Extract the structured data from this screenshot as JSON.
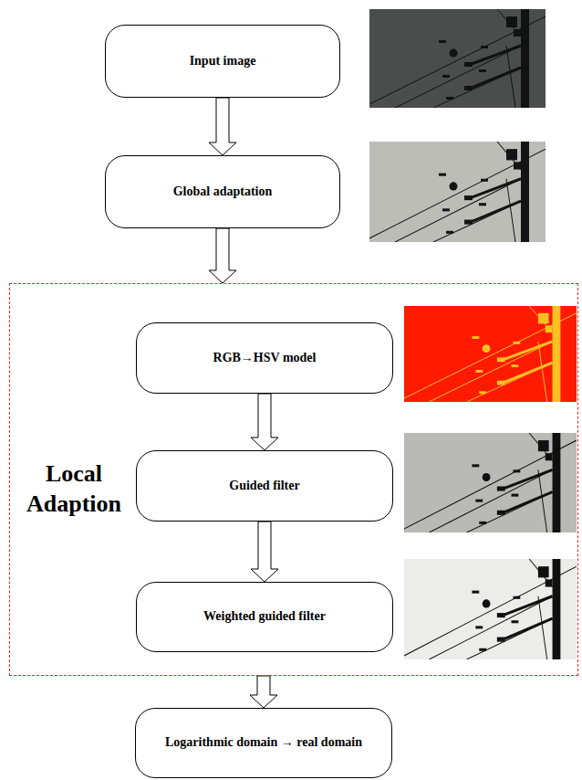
{
  "diagram": {
    "nodes": [
      {
        "text": [
          "Input image"
        ]
      },
      {
        "text": [
          "Global adaptation"
        ]
      },
      {
        "text": [
          "Local Adaption"
        ]
      },
      {
        "text": [
          "RGB→HSV model"
        ],
        "in": 2
      },
      {
        "text": [
          "Guided filter"
        ],
        "in": 2
      },
      {
        "text": [
          "Weighted guided filter"
        ],
        "in": 2
      },
      {
        "text": [
          "Logarithmic domain → real domain"
        ]
      }
    ],
    "edges": [
      {
        "from": 0,
        "to": 1,
        "arrow": "to"
      },
      {
        "from": 1,
        "to": 2,
        "arrow": "to"
      },
      {
        "from": 3,
        "to": 4,
        "arrow": "to"
      },
      {
        "from": 4,
        "to": 5,
        "arrow": "to"
      },
      {
        "from": 2,
        "to": 6,
        "arrow": "to"
      }
    ]
  }
}
